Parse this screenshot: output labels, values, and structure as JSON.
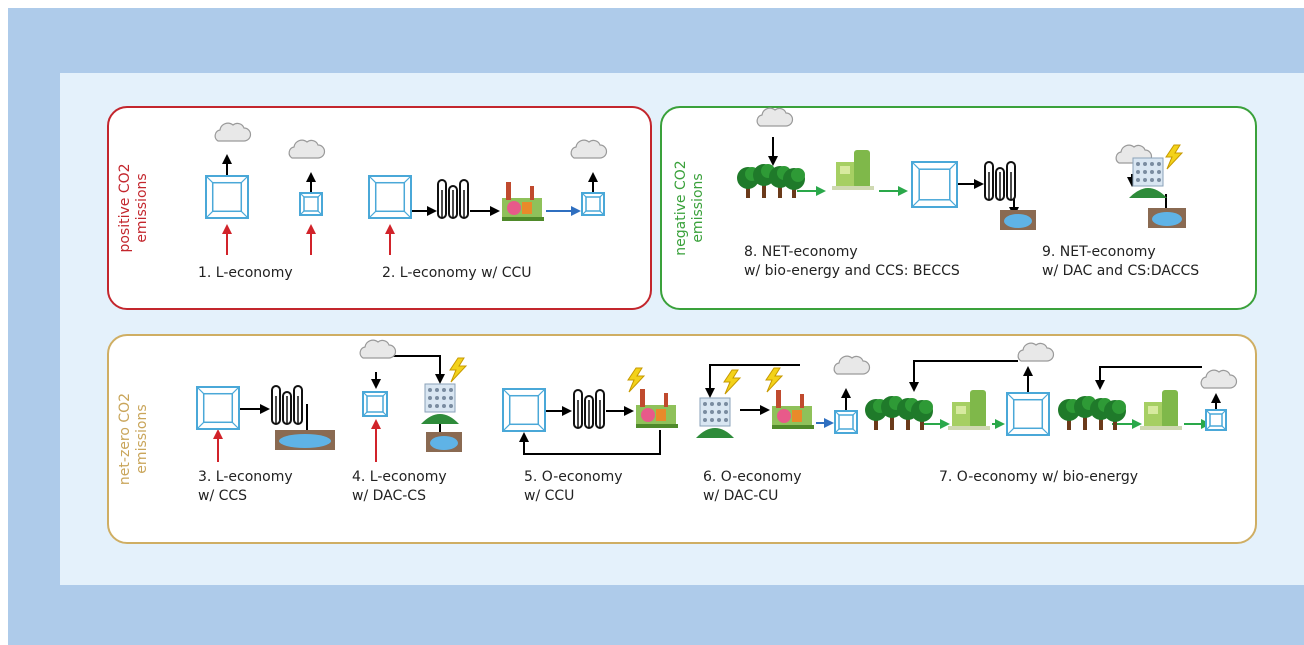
{
  "panels": {
    "positive": {
      "label_line1": "positive CO2",
      "label_line2": "emissions",
      "captions": [
        "1. L-economy",
        "2. L-economy w/ CCU"
      ]
    },
    "negative": {
      "label_line1": "negative CO2",
      "label_line2": "emissions",
      "captions": [
        {
          "line1": "8. NET-economy",
          "line2": "w/ bio-energy and CCS: BECCS"
        },
        {
          "line1": "9. NET-economy",
          "line2": "w/ DAC and CS:DACCS"
        }
      ]
    },
    "netzero": {
      "label_line1": "net-zero CO2",
      "label_line2": "emissions",
      "captions": [
        {
          "line1": "3. L-economy",
          "line2": "w/ CCS"
        },
        {
          "line1": "4. L-economy",
          "line2": "w/ DAC-CS"
        },
        {
          "line1": "5. O-economy",
          "line2": "w/ CCU"
        },
        {
          "line1": "6. O-economy",
          "line2": "w/ DAC-CU"
        },
        {
          "line1": "7. O-economy w/ bio-energy",
          "line2": ""
        }
      ]
    }
  },
  "colors": {
    "positive_border": "#c3262d",
    "negative_border": "#3aa13b",
    "netzero_border": "#cfae63",
    "box": "#4aa8d8",
    "red_arrow": "#d1232a",
    "green_arrow": "#2aa84a",
    "blue_arrow": "#2f6fc0"
  },
  "icons": [
    "cloud-icon",
    "economy-box-icon",
    "capture-columns-icon",
    "factory-icon",
    "lightning-icon",
    "storage-well-icon",
    "trees-icon",
    "bioenergy-plant-icon",
    "dac-unit-icon"
  ]
}
